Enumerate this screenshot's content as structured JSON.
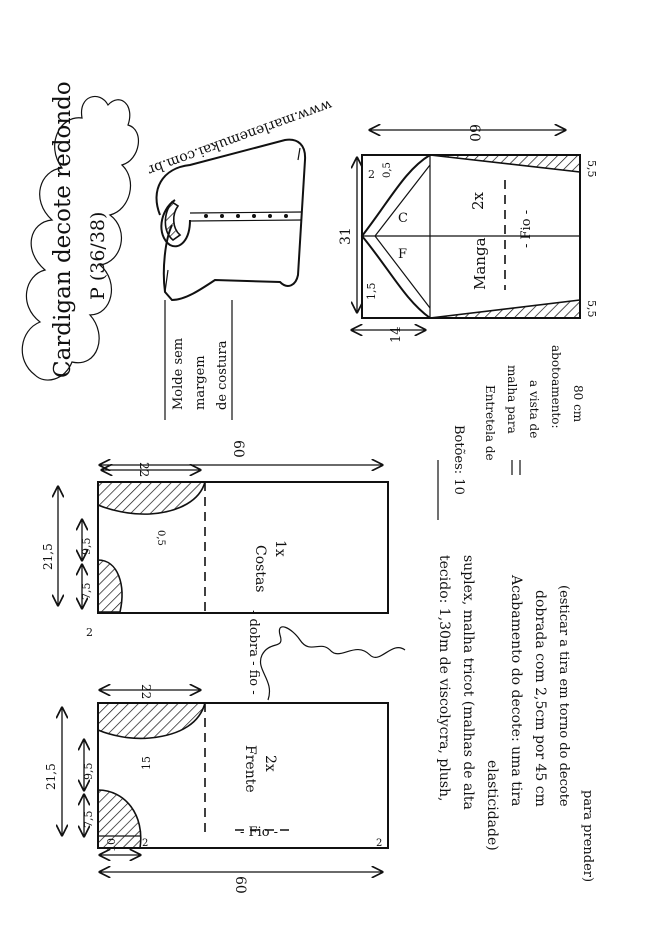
{
  "title": {
    "line1": "Cardigan decote redondo",
    "line2": "P (36/38)"
  },
  "website": "www.marlenemukai.com.br",
  "note_box": {
    "line1": "Molde sem",
    "line2": "margem",
    "line3": "de costura"
  },
  "sleeve": {
    "label": "Manga",
    "count": "2x",
    "grain": "- Fio -",
    "width": "60",
    "height": "31",
    "top_offset": "5,5",
    "bottom_offset": "5,5",
    "cap_left": "14",
    "mark_2": "2",
    "mark_05": "0,5",
    "mark_15": "1,5",
    "mark_c": "C",
    "mark_f": "F"
  },
  "back": {
    "label": "Costas",
    "count": "1x",
    "fold": "- dobra - fio -",
    "total_width": "60",
    "neck_width": "22",
    "total_height": "21,5",
    "armhole_depth": "9,5",
    "shoulder_drop": "7,5",
    "mark_05": "0,5",
    "mark_2": "2"
  },
  "front": {
    "label": "Frente",
    "count": "2x",
    "grain": "- Fio -",
    "total_width": "60",
    "neck_width": "22",
    "total_height": "21,5",
    "armhole_depth": "9,5",
    "shoulder_drop": "7,5",
    "neck_depth": "15",
    "placket": "10",
    "mark_2a": "2",
    "mark_2b": "2"
  },
  "buttons": {
    "label": "Botões: 10"
  },
  "interfacing": {
    "line1": "Entretela de",
    "line2": "malha para",
    "line3": "a vista de",
    "line4": "abotoamento:",
    "line5": "80 cm"
  },
  "fabric": {
    "line1": "tecido: 1,30m de viscolycra, plush,",
    "line2": "suplex, malha tricot   (malhas de alta",
    "line3": "elasticidade)",
    "line4": "Acabamento do decote: uma tira",
    "line5": "dobrada com 2,5cm por 45 cm",
    "line6": "(esticar a tira em torno do decote",
    "line7": "para prender)"
  }
}
